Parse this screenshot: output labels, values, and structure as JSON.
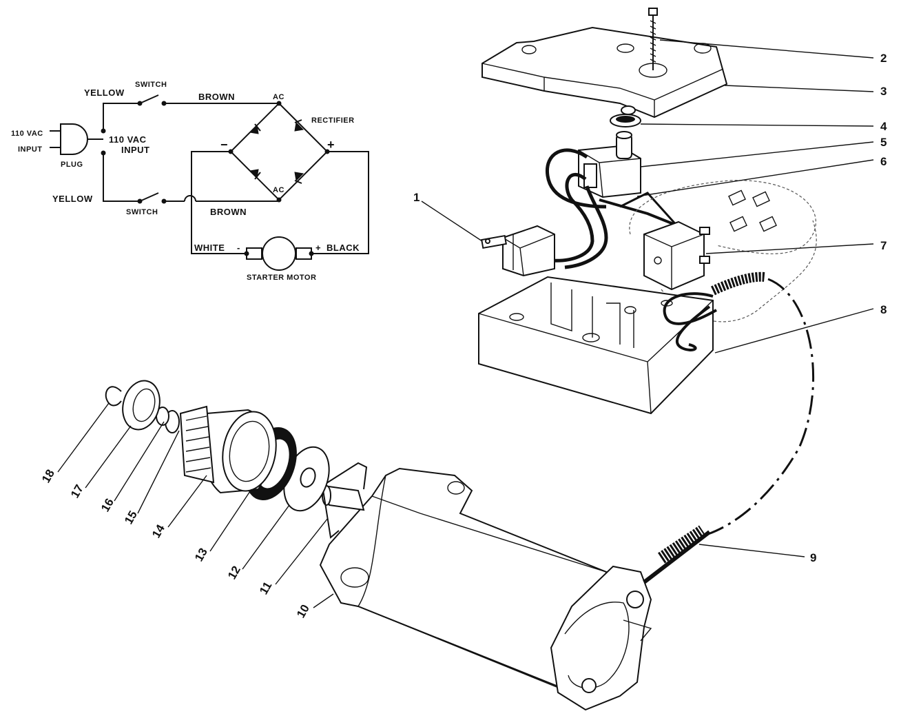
{
  "schematic": {
    "labels": {
      "yellow_top": "YELLOW",
      "switch_top": "SWITCH",
      "brown_top": "BROWN",
      "ac_top": "AC",
      "rectifier": "RECTIFIER",
      "vac_left_1": "110 VAC",
      "vac_left_2": "INPUT",
      "vac_center_1": "110 VAC",
      "vac_center_2": "INPUT",
      "plug": "PLUG",
      "minus": "−",
      "plus": "+",
      "ac_bottom": "AC",
      "yellow_bottom": "YELLOW",
      "switch_bottom": "SWITCH",
      "brown_bottom": "BROWN",
      "white": "WHITE",
      "motor_minus": "-",
      "motor_plus": "+",
      "black": "BLACK",
      "starter_motor": "STARTER MOTOR"
    }
  },
  "parts": {
    "p1": "1",
    "p2": "2",
    "p3": "3",
    "p4": "4",
    "p5": "5",
    "p6": "6",
    "p7": "7",
    "p8": "8",
    "p9": "9",
    "p10": "10",
    "p11": "11",
    "p12": "12",
    "p13": "13",
    "p14": "14",
    "p15": "15",
    "p16": "16",
    "p17": "17",
    "p18": "18"
  }
}
